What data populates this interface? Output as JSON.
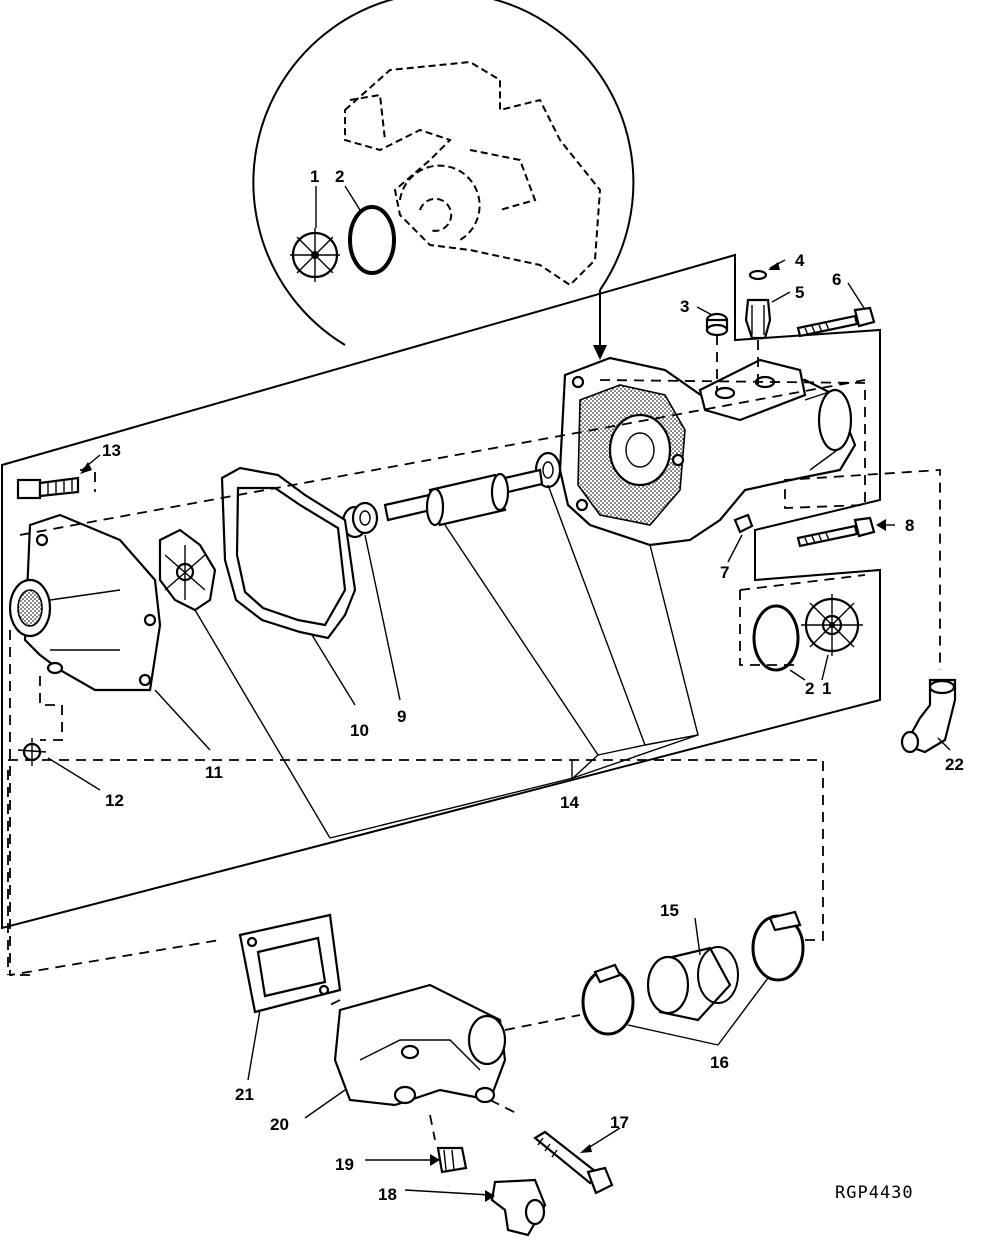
{
  "reference_code": "RGP4430",
  "callouts": {
    "c1_inset": "1",
    "c2_inset": "2",
    "c1_side": "1",
    "c2_side": "2",
    "c3": "3",
    "c4": "4",
    "c5": "5",
    "c6": "6",
    "c7": "7",
    "c8": "8",
    "c9": "9",
    "c10": "10",
    "c11": "11",
    "c12": "12",
    "c13": "13",
    "c14": "14",
    "c15": "15",
    "c16": "16",
    "c17": "17",
    "c18": "18",
    "c19": "19",
    "c20": "20",
    "c21": "21",
    "c22": "22"
  }
}
